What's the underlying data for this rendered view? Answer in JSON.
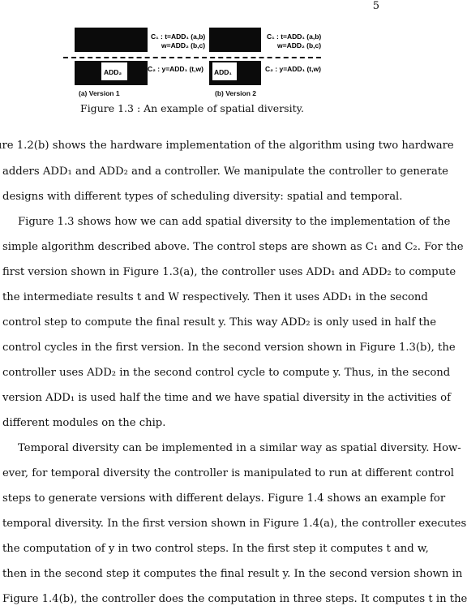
{
  "page_number": "5",
  "figure": {
    "v1_top_ctrl": [
      "C₁ : t=ADD₁ (a,b)",
      "w=ADD₂ (b,c)"
    ],
    "v1_bottom_ctrl": "C₂ : y=ADD₁ (t,w)",
    "v1_unit_label": "ADD₂",
    "v1_label": "(a) Version 1",
    "v2_top_ctrl": [
      "C₁ : t=ADD₁ (a,b)",
      "w=ADD₂ (b,c)"
    ],
    "v2_bottom_ctrl": "C₂ : y=ADD₁ (t,w)",
    "v2_unit_label": "ADD₁",
    "v2_label": "(b) Version 2",
    "caption": "Figure 1.3 : An example of spatial diversity."
  },
  "body_lines": [
    "ure 1.2(b) shows the hardware implementation of the algorithm using two hardware",
    "adders ADD₁ and ADD₂ and a controller. We manipulate the controller to generate",
    "designs with different types of scheduling diversity: spatial and temporal.",
    "Figure 1.3 shows how we can add spatial diversity to the implementation of the",
    "simple algorithm described above. The control steps are shown as C₁ and C₂. For the",
    "first version shown in Figure 1.3(a), the controller uses ADD₁ and ADD₂ to compute",
    "the intermediate results t and W respectively. Then it uses ADD₁ in the second",
    "control step to compute the final result y. This way ADD₂ is only used in half the",
    "control cycles in the first version. In the second version shown in Figure 1.3(b), the",
    "controller uses ADD₂ in the second control cycle to compute y. Thus, in the second",
    "version ADD₁ is used half the time and we have spatial diversity in the activities of",
    "different modules on the chip.",
    "Temporal diversity can be implemented in a similar way as spatial diversity. How-",
    "ever, for temporal diversity the controller is manipulated to run at different control",
    "steps to generate versions with different delays. Figure 1.4 shows an example for",
    "temporal diversity. In the first version shown in Figure 1.4(a), the controller executes",
    "the computation of y in two control steps. In the first step it computes t and w,",
    "then in the second step it computes the final result y. In the second version shown in",
    "Figure 1.4(b), the controller does the computation in three steps. It computes t in the"
  ]
}
